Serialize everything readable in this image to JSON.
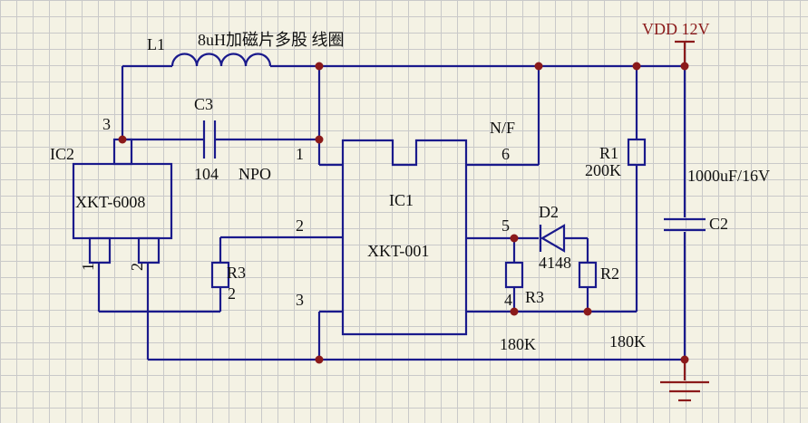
{
  "labels": {
    "l1": "L1",
    "l1_desc": "8uH加磁片多股 线圈",
    "vdd": "VDD 12V",
    "c3": "C3",
    "c3_value": "104",
    "c3_type": "NPO",
    "ic2": "IC2",
    "ic2_part": "XKT-6008",
    "ic2_pin1": "1",
    "ic2_pin2": "2",
    "ic2_pin3": "3",
    "ic1": "IC1",
    "ic1_part": "XKT-001",
    "ic1_pin1": "1",
    "ic1_pin2": "2",
    "ic1_pin3": "3",
    "ic1_pin4": "4",
    "ic1_pin5": "5",
    "ic1_pin6": "6",
    "nf": "N/F",
    "r1": "R1",
    "r1_value": "200K",
    "c2": "C2",
    "c2_value": "1000uF/16V",
    "d2": "D2",
    "d2_value": "4148",
    "r2": "R2",
    "r2_value": "180K",
    "r3_left": "R3",
    "r3_left_pin": "2",
    "r3_right": "R3",
    "r3_right_value": "180K"
  },
  "colors": {
    "wire": "#1a1a8c",
    "power": "#8b1a1a",
    "junction": "#8b1a1a",
    "grid": "#c9c9c9",
    "background": "#f4f2e4"
  }
}
